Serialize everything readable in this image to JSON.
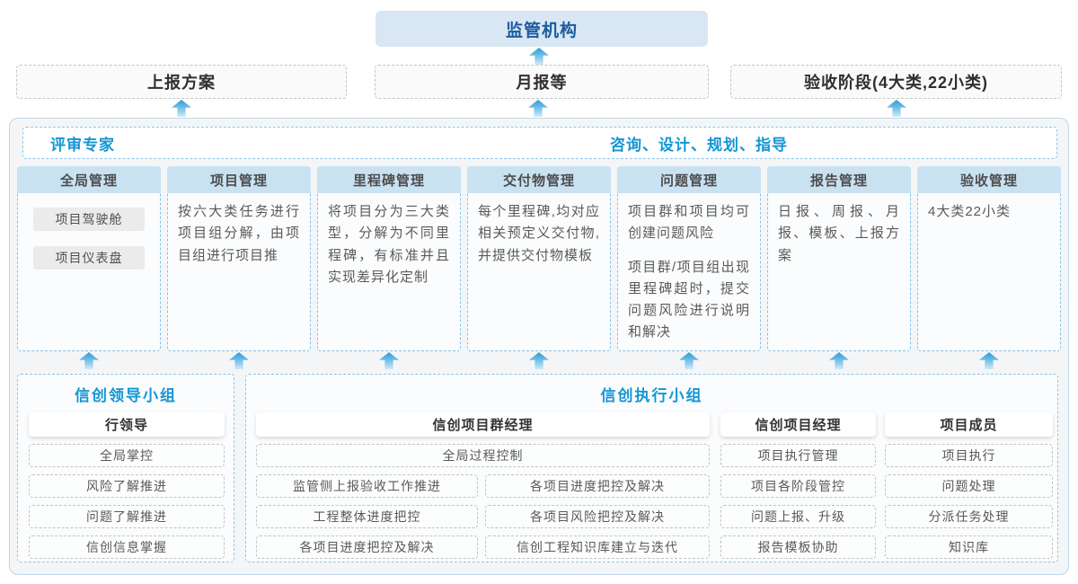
{
  "colors": {
    "accent_blue": "#1496d4",
    "regulator_text": "#1d5b9e",
    "regulator_bg": "#d9e7f4",
    "column_header_bg": "#c9e2f2",
    "arrow_blue": "#2d9cd7",
    "panel_border_blue": "#8cc6ea"
  },
  "top": {
    "regulator": "监管机构",
    "reports": [
      {
        "label": "上报方案"
      },
      {
        "label": "月报等"
      },
      {
        "label": "验收阶段(4大类,22小类)"
      }
    ]
  },
  "platform": {
    "left_title": "评审专家",
    "right_title": "咨询、设计、规划、指导",
    "columns": [
      {
        "title": "全局管理",
        "pills": [
          "项目驾驶舱",
          "项目仪表盘"
        ]
      },
      {
        "title": "项目管理",
        "paragraphs": [
          "按六大类任务进行项目组分解，由项目组进行项目推"
        ]
      },
      {
        "title": "里程碑管理",
        "paragraphs": [
          "将项目分为三大类型，分解为不同里程碑，有标准并且实现差异化定制"
        ]
      },
      {
        "title": "交付物管理",
        "paragraphs": [
          "每个里程碑,均对应相关预定义交付物,并提供交付物模板"
        ]
      },
      {
        "title": "问题管理",
        "paragraphs": [
          "项目群和项目均可创建问题风险",
          "项目群/项目组出现里程碑超时，提交问题风险进行说明和解决"
        ]
      },
      {
        "title": "报告管理",
        "paragraphs": [
          "日报、周报、月报、模板、上报方案"
        ]
      },
      {
        "title": "验收管理",
        "paragraphs": [
          "4大类22小类"
        ]
      }
    ]
  },
  "bottom": {
    "leader_group": {
      "title": "信创领导小组",
      "role": "行领导",
      "items": [
        "全局掌控",
        "风险了解推进",
        "问题了解推进",
        "信创信息掌握"
      ]
    },
    "exec_group": {
      "title": "信创执行小组",
      "pgm_manager": {
        "role": "信创项目群经理",
        "full_item": "全局过程控制",
        "left_items": [
          "监管侧上报验收工作推进",
          "工程整体进度把控",
          "各项目进度把控及解决"
        ],
        "right_items": [
          "各项目进度把控及解决",
          "各项目风险把控及解决",
          "信创工程知识库建立与迭代"
        ]
      },
      "pm": {
        "role": "信创项目经理",
        "items": [
          "项目执行管理",
          "项目各阶段管控",
          "问题上报、升级",
          "报告模板协助"
        ]
      },
      "member": {
        "role": "项目成员",
        "items": [
          "项目执行",
          "问题处理",
          "分派任务处理",
          "知识库"
        ]
      }
    }
  }
}
